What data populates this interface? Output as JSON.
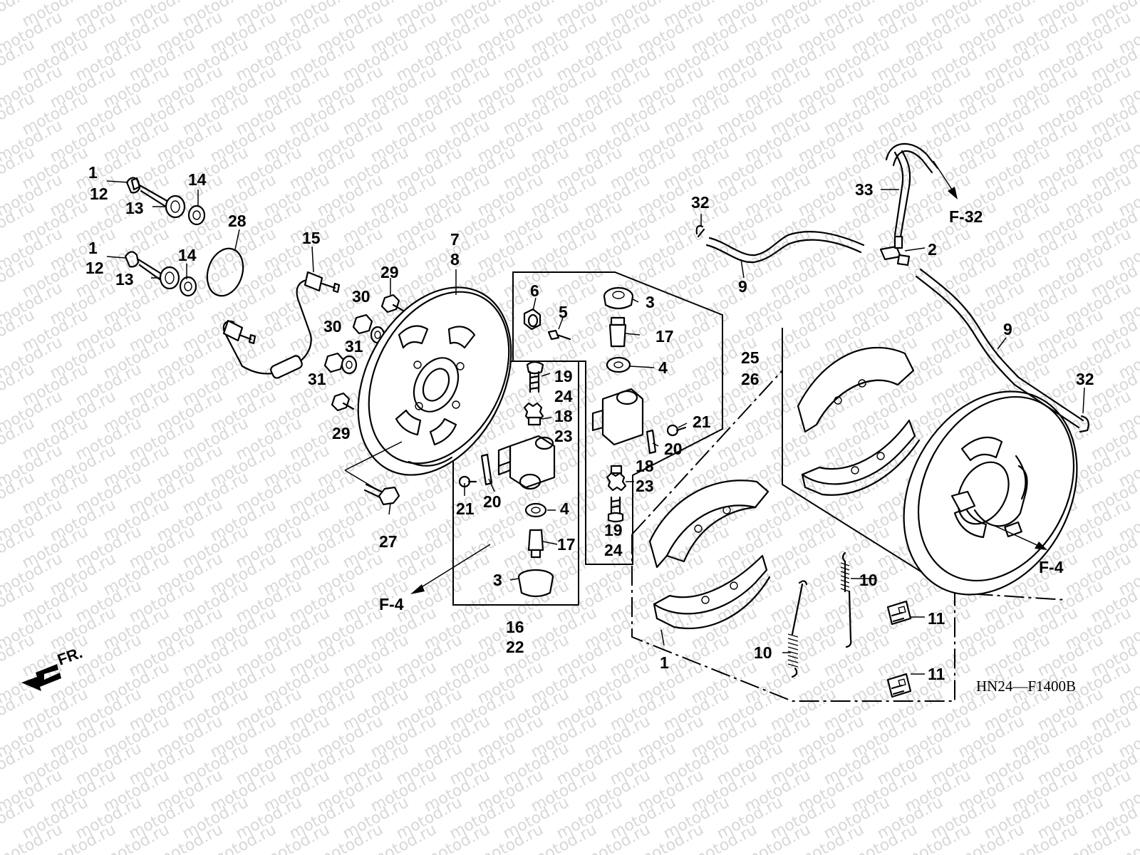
{
  "watermark": {
    "text": "motod.ru"
  },
  "diagram_code": "HN24—F1400B",
  "front_indicator": "FR.",
  "refs": {
    "f4": "F-4",
    "f32": "F-32"
  },
  "callouts": [
    {
      "id": "c1a",
      "text": "1"
    },
    {
      "id": "c12a",
      "text": "12"
    },
    {
      "id": "c13a",
      "text": "13"
    },
    {
      "id": "c14a",
      "text": "14"
    },
    {
      "id": "c1b",
      "text": "1"
    },
    {
      "id": "c12b",
      "text": "12"
    },
    {
      "id": "c13b",
      "text": "13"
    },
    {
      "id": "c14b",
      "text": "14"
    },
    {
      "id": "c28",
      "text": "28"
    },
    {
      "id": "c15",
      "text": "15"
    },
    {
      "id": "c29a",
      "text": "29"
    },
    {
      "id": "c30a",
      "text": "30"
    },
    {
      "id": "c30b",
      "text": "30"
    },
    {
      "id": "c31a",
      "text": "31"
    },
    {
      "id": "c31b",
      "text": "31"
    },
    {
      "id": "c29b",
      "text": "29"
    },
    {
      "id": "c27",
      "text": "27"
    },
    {
      "id": "c7",
      "text": "7"
    },
    {
      "id": "c8",
      "text": "8"
    },
    {
      "id": "c6",
      "text": "6"
    },
    {
      "id": "c5",
      "text": "5"
    },
    {
      "id": "c19a",
      "text": "19"
    },
    {
      "id": "c24a",
      "text": "24"
    },
    {
      "id": "c18a",
      "text": "18"
    },
    {
      "id": "c23a",
      "text": "23"
    },
    {
      "id": "c21a",
      "text": "21"
    },
    {
      "id": "c20a",
      "text": "20"
    },
    {
      "id": "c4a",
      "text": "4"
    },
    {
      "id": "c17a",
      "text": "17"
    },
    {
      "id": "c3a",
      "text": "3"
    },
    {
      "id": "c16",
      "text": "16"
    },
    {
      "id": "c22",
      "text": "22"
    },
    {
      "id": "c3b",
      "text": "3"
    },
    {
      "id": "c17b",
      "text": "17"
    },
    {
      "id": "c4b",
      "text": "4"
    },
    {
      "id": "c25",
      "text": "25"
    },
    {
      "id": "c26",
      "text": "26"
    },
    {
      "id": "c21b",
      "text": "21"
    },
    {
      "id": "c20b",
      "text": "20"
    },
    {
      "id": "c18b",
      "text": "18"
    },
    {
      "id": "c23b",
      "text": "23"
    },
    {
      "id": "c19b",
      "text": "19"
    },
    {
      "id": "c24b",
      "text": "24"
    },
    {
      "id": "c32a",
      "text": "32"
    },
    {
      "id": "c9a",
      "text": "9"
    },
    {
      "id": "c33",
      "text": "33"
    },
    {
      "id": "c2",
      "text": "2"
    },
    {
      "id": "c9b",
      "text": "9"
    },
    {
      "id": "c32b",
      "text": "32"
    },
    {
      "id": "c10a",
      "text": "10"
    },
    {
      "id": "c10b",
      "text": "10"
    },
    {
      "id": "c11a",
      "text": "11"
    },
    {
      "id": "c11b",
      "text": "11"
    },
    {
      "id": "c1c",
      "text": "1"
    }
  ]
}
